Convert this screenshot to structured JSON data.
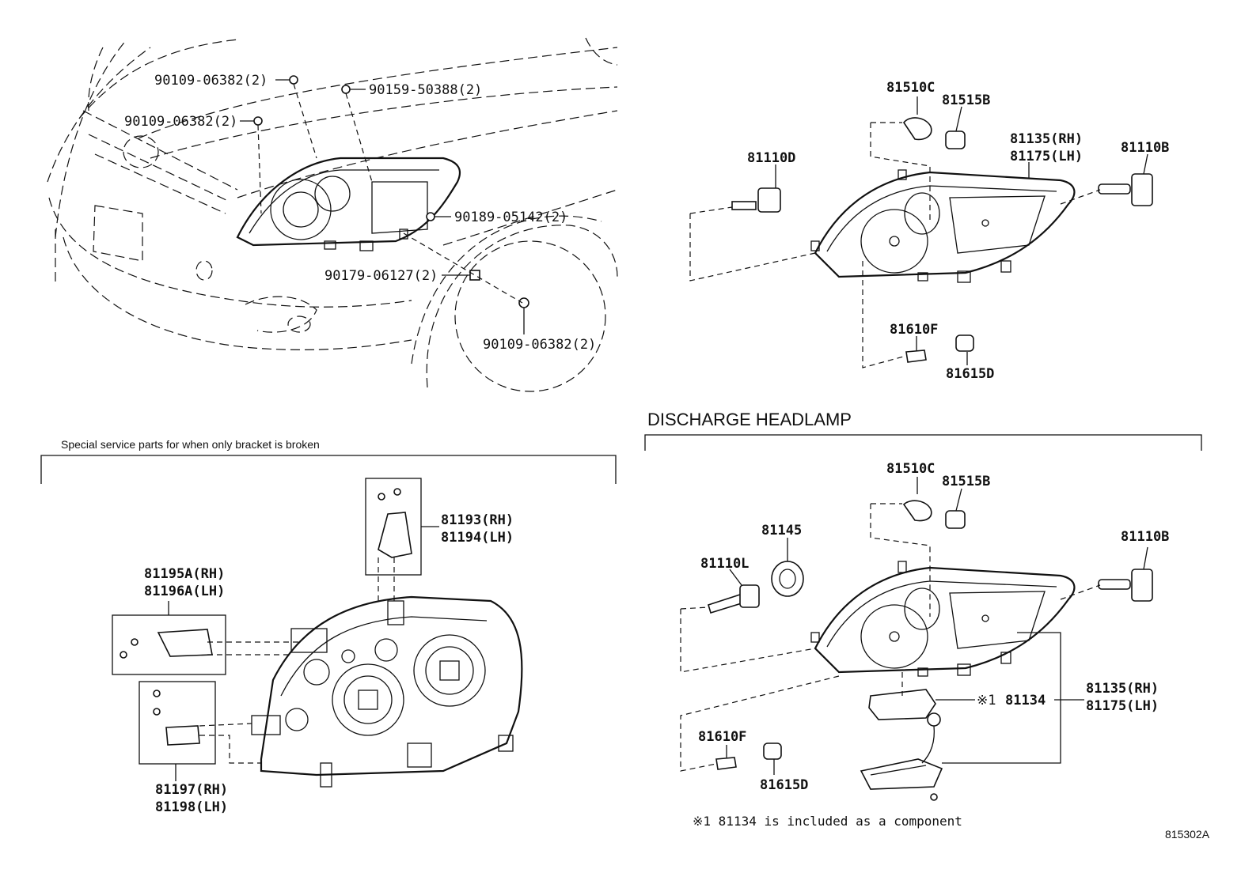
{
  "top_left": {
    "labels": {
      "bolt_a": "90109-06382(2)",
      "bolt_b": "90109-06382(2)",
      "screw_a": "90159-50388(2)",
      "clip_a": "90189-05142(2)",
      "nut_a": "90179-06127(2)",
      "bolt_c": "90109-06382(2)"
    }
  },
  "top_right": {
    "labels": {
      "bulb_c": "81510C",
      "socket_b": "81515B",
      "unit_rh": "81135(RH)",
      "unit_lh": "81175(LH)",
      "bulb_d": "81110D",
      "bulb_b": "81110B",
      "bulb_f": "81610F",
      "socket_d": "81615D"
    }
  },
  "bracket_section": {
    "title": "Special service parts for when only bracket is broken",
    "labels": {
      "upper_rh": "81193(RH)",
      "upper_lh": "81194(LH)",
      "side_rh": "81195A(RH)",
      "side_lh": "81196A(LH)",
      "lower_rh": "81197(RH)",
      "lower_lh": "81198(LH)"
    }
  },
  "discharge_section": {
    "title": "DISCHARGE HEADLAMP",
    "labels": {
      "bulb_c": "81510C",
      "socket_b": "81515B",
      "cover": "81145",
      "bulb_l": "81110L",
      "bulb_b": "81110B",
      "ballast_mark": "※1",
      "ballast": "81134",
      "unit_rh": "81135(RH)",
      "unit_lh": "81175(LH)",
      "bulb_f": "81610F",
      "socket_d": "81615D"
    },
    "footnote": "※1 81134 is included as a component"
  },
  "figure_id": "815302A"
}
